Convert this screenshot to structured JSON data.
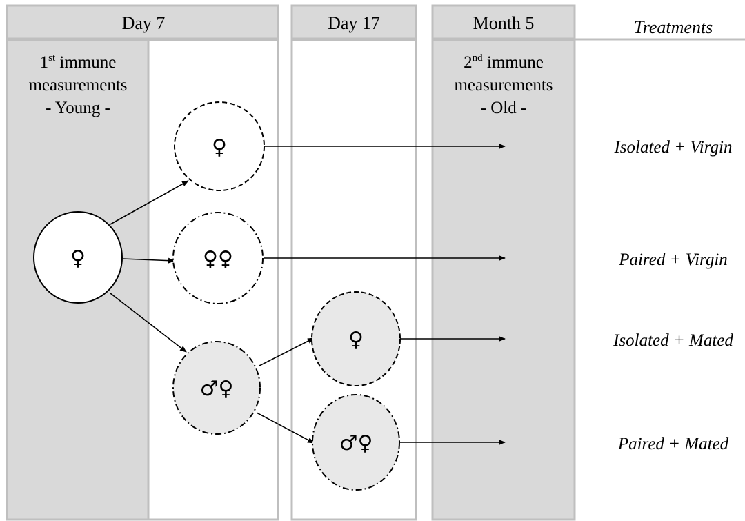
{
  "columns": {
    "day7": "Day 7",
    "day17": "Day 17",
    "month5": "Month 5",
    "treatments": "Treatments"
  },
  "first_measurement": {
    "ordinal_num": "1",
    "ordinal_sup": "st",
    "line1_rest": " immune",
    "line2": "measurements",
    "line3": "- Young -"
  },
  "second_measurement": {
    "ordinal_num": "2",
    "ordinal_sup": "nd",
    "line1_rest": " immune",
    "line2": "measurements",
    "line3": "- Old -"
  },
  "nodes": {
    "start": "♀",
    "isolated_virgin": "♀",
    "paired_virgin": "♀♀",
    "mated_pair": "♂♀",
    "isolated_mated": "♀",
    "paired_mated": "♂♀"
  },
  "treatments": [
    "Isolated + Virgin",
    "Paired + Virgin",
    "Isolated + Mated",
    "Paired + Mated"
  ],
  "colors": {
    "panel_gray": "#d9d9d9",
    "border_gray": "#bfbfbf",
    "node_fill_gray": "#e8e8e8",
    "line": "#000000"
  }
}
